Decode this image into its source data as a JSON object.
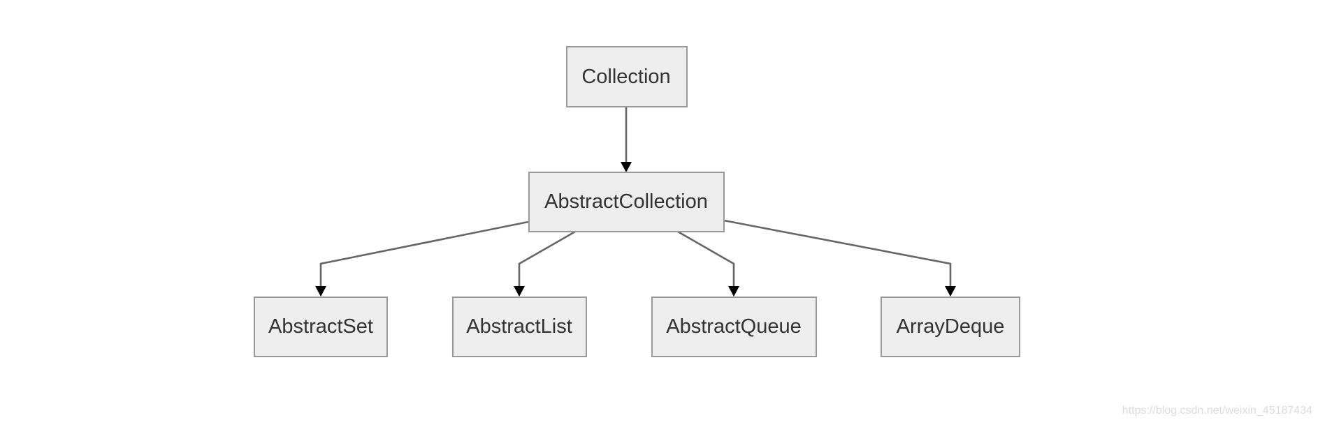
{
  "nodes": {
    "collection": "Collection",
    "abstract_collection": "AbstractCollection",
    "abstract_set": "AbstractSet",
    "abstract_list": "AbstractList",
    "abstract_queue": "AbstractQueue",
    "array_deque": "ArrayDeque"
  },
  "edges": [
    {
      "from": "Collection",
      "to": "AbstractCollection"
    },
    {
      "from": "AbstractCollection",
      "to": "AbstractSet"
    },
    {
      "from": "AbstractCollection",
      "to": "AbstractList"
    },
    {
      "from": "AbstractCollection",
      "to": "AbstractQueue"
    },
    {
      "from": "AbstractCollection",
      "to": "ArrayDeque"
    }
  ],
  "colors": {
    "node_fill": "#eeeeee",
    "node_border": "#999999",
    "edge": "#666666",
    "text": "#333333"
  },
  "watermark": "https://blog.csdn.net/weixin_45187434"
}
